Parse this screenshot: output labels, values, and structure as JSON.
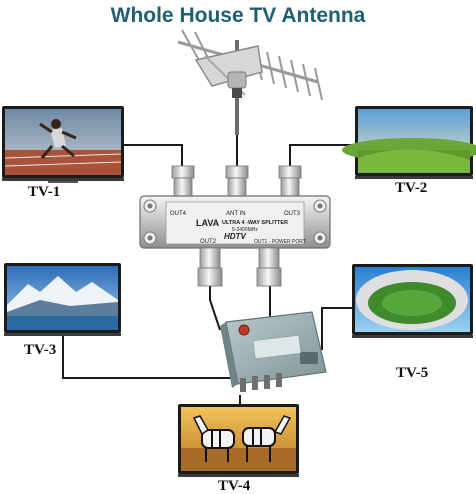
{
  "title": "Whole House TV Antenna",
  "tvs": {
    "tv1": {
      "label": "TV-1",
      "scene": "track-runner"
    },
    "tv2": {
      "label": "TV-2",
      "scene": "green-field"
    },
    "tv3": {
      "label": "TV-3",
      "scene": "snowy-mountains"
    },
    "tv4": {
      "label": "TV-4",
      "scene": "zebras"
    },
    "tv5": {
      "label": "TV-5",
      "scene": "stadium"
    }
  },
  "splitter": {
    "brand": "LAVA",
    "model": "ULTRA 4 -WAY SPLITTER",
    "frequency": "5-2400MHz",
    "logo": "HDTV",
    "ports": {
      "out4": "OUT4",
      "ant_in": "ANT IN",
      "out3": "OUT3",
      "out2": "OUT2",
      "out1": "OUT1 - POWER PORT"
    }
  },
  "colors": {
    "title": "#1f5f73",
    "cable": "#1a1a1a",
    "amplifier": "#9fb3b7",
    "splitter": "#c9c9c9"
  }
}
